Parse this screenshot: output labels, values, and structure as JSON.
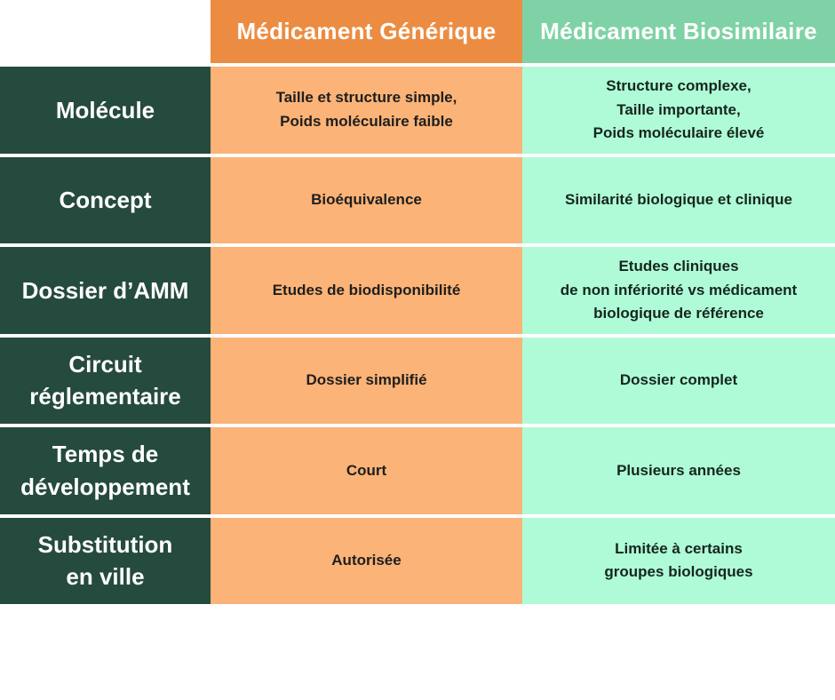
{
  "colors": {
    "header_generique_bg": "#EC8C42",
    "header_biosimilaire_bg": "#7FD2A6",
    "cell_generique_bg": "#FBB377",
    "cell_biosimilaire_bg": "#B0FBD7",
    "row_label_bg": "#254A3E",
    "header_text": "#FFFFFF",
    "cell_text": "#1E1E1E",
    "page_bg": "#FFFFFF"
  },
  "table": {
    "corner": "",
    "columns": {
      "generique": "Médicament Générique",
      "biosimilaire": "Médicament Biosimilaire"
    },
    "rows": [
      {
        "label": "Molécule",
        "generique": "Taille et structure simple,\nPoids moléculaire faible",
        "biosimilaire": "Structure complexe,\nTaille importante,\nPoids moléculaire élevé"
      },
      {
        "label": "Concept",
        "generique": "Bioéquivalence",
        "biosimilaire": "Similarité biologique et clinique"
      },
      {
        "label": "Dossier d’AMM",
        "generique": "Etudes de biodisponibilité",
        "biosimilaire": "Etudes cliniques\nde non infériorité vs médicament\nbiologique de référence"
      },
      {
        "label": "Circuit\nréglementaire",
        "generique": "Dossier simplifié",
        "biosimilaire": "Dossier complet"
      },
      {
        "label": "Temps de\ndéveloppement",
        "generique": "Court",
        "biosimilaire": "Plusieurs années"
      },
      {
        "label": "Substitution\nen ville",
        "generique": "Autorisée",
        "biosimilaire": "Limitée à certains\ngroupes biologiques"
      }
    ]
  },
  "chart_data": {
    "type": "table",
    "title": "",
    "columns": [
      "",
      "Médicament Générique",
      "Médicament Biosimilaire"
    ],
    "rows": [
      [
        "Molécule",
        "Taille et structure simple, Poids moléculaire faible",
        "Structure complexe, Taille importante, Poids moléculaire élevé"
      ],
      [
        "Concept",
        "Bioéquivalence",
        "Similarité biologique et clinique"
      ],
      [
        "Dossier d’AMM",
        "Etudes de biodisponibilité",
        "Etudes cliniques de non infériorité vs médicament biologique de référence"
      ],
      [
        "Circuit réglementaire",
        "Dossier simplifié",
        "Dossier complet"
      ],
      [
        "Temps de développement",
        "Court",
        "Plusieurs années"
      ],
      [
        "Substitution en ville",
        "Autorisée",
        "Limitée à certains groupes biologiques"
      ]
    ]
  }
}
